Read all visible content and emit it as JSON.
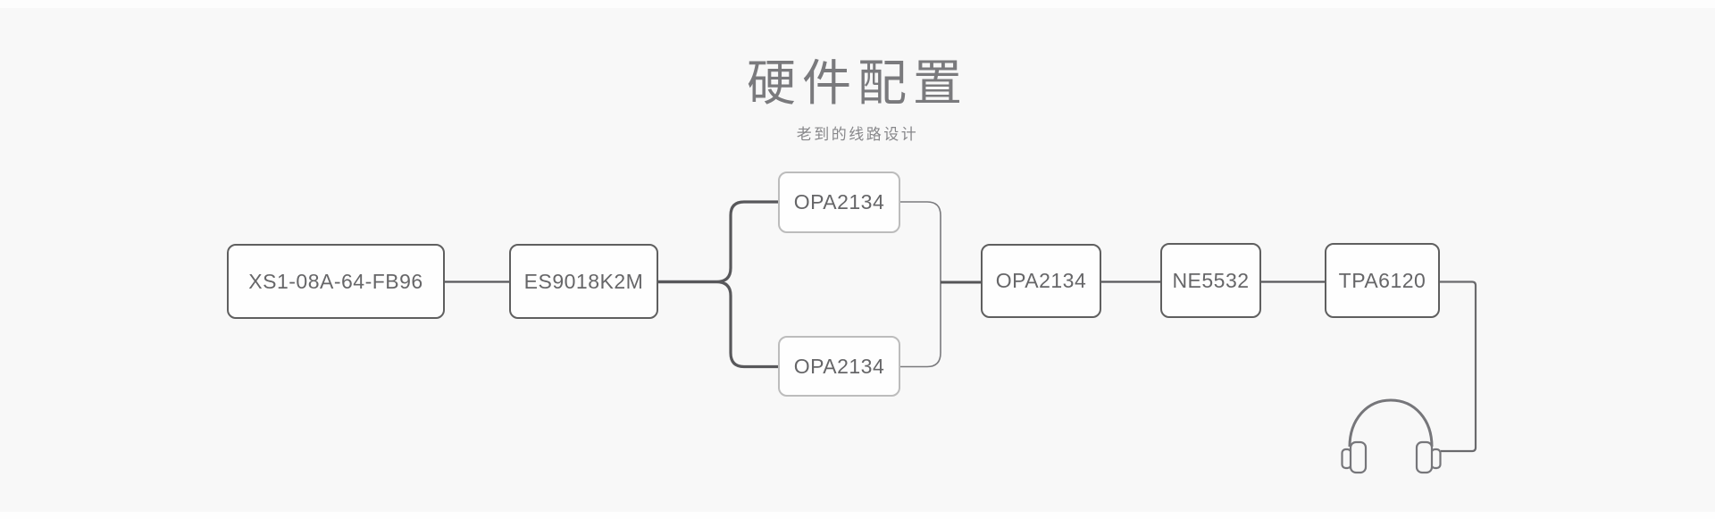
{
  "page": {
    "title": "硬件配置",
    "subtitle": "老到的线路设计"
  },
  "colors": {
    "background": "#f8f8f8",
    "main_box_border": "#5f5f5f",
    "branch_box_border": "#bcbcbc",
    "box_text": "#666668",
    "thick_connector": "#58585b",
    "thin_connector": "#7a7a7d",
    "title_text": "#7a7a7d",
    "subtitle_text": "#87878a"
  },
  "diagram": {
    "nodes": [
      {
        "id": "xs1",
        "label": "XS1-08A-64-FB96",
        "type": "main"
      },
      {
        "id": "es9018",
        "label": "ES9018K2M",
        "type": "main"
      },
      {
        "id": "opa-top",
        "label": "OPA2134",
        "type": "branch"
      },
      {
        "id": "opa-bot",
        "label": "OPA2134",
        "type": "branch"
      },
      {
        "id": "opa-merge",
        "label": "OPA2134",
        "type": "main"
      },
      {
        "id": "ne5532",
        "label": "NE5532",
        "type": "main"
      },
      {
        "id": "tpa6120",
        "label": "TPA6120",
        "type": "main"
      }
    ],
    "output_icon": "headphones-icon"
  }
}
